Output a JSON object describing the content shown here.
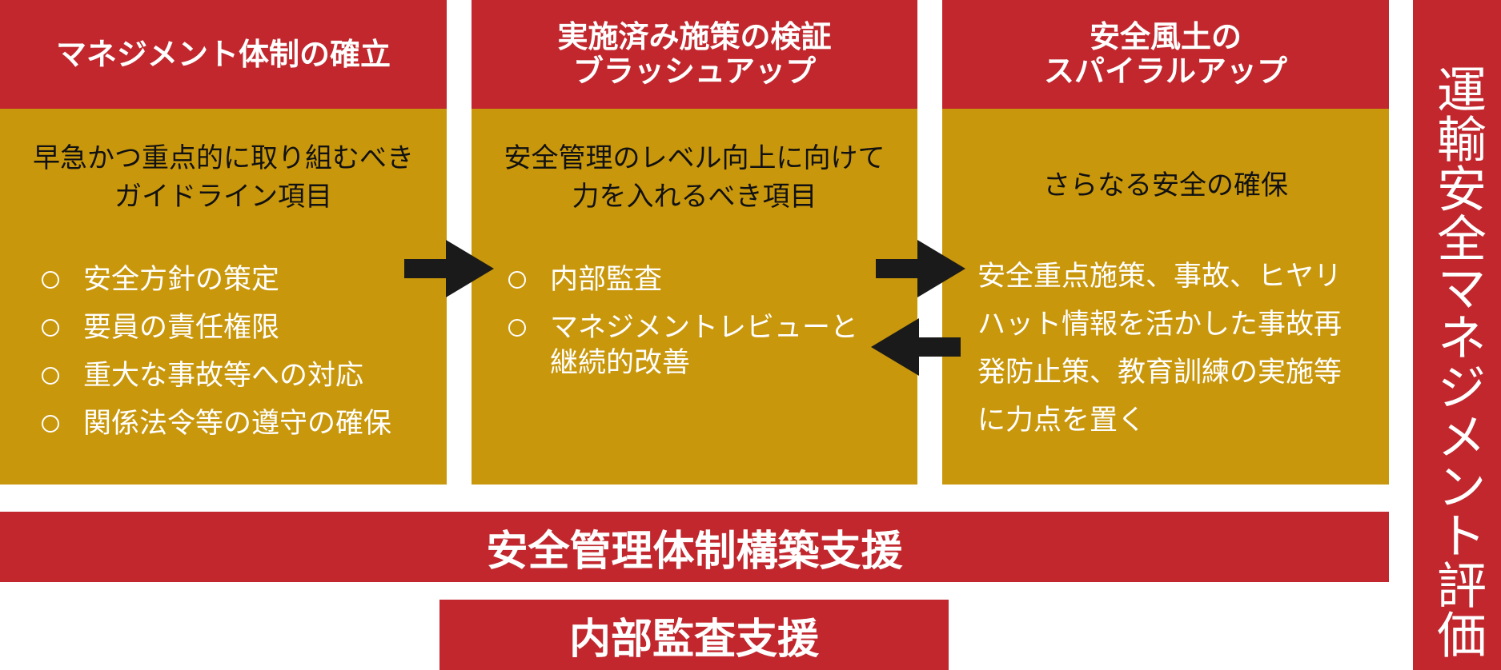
{
  "columns": [
    {
      "title_lines": [
        "マネジメント体制の確立"
      ],
      "subtitle_lines": [
        "早急かつ重点的に取り組むべき",
        "ガイドライン項目"
      ],
      "items": [
        "安全方針の策定",
        "要員の責任権限",
        "重大な事故等への対応",
        "関係法令等の遵守の確保"
      ]
    },
    {
      "title_lines": [
        "実施済み施策の検証",
        "ブラッシュアップ"
      ],
      "subtitle_lines": [
        "安全管理のレベル向上に向けて",
        "力を入れるべき項目"
      ],
      "items": [
        "内部監査",
        "マネジメントレビューと\n継続的改善"
      ]
    },
    {
      "title_lines": [
        "安全風土の",
        "スパイラルアップ"
      ],
      "subtitle_lines": [
        "さらなる安全の確保"
      ],
      "paragraph": "安全重点施策、事故、ヒヤリハット情報を活かした事故再発防止策、教育訓練の実施等に力点を置く"
    }
  ],
  "bands": {
    "support_main": "安全管理体制構築支援",
    "support_audit": "内部監査支援"
  },
  "side_label": "運輸安全マネジメント評価",
  "colors": {
    "red": "#c1272d",
    "gold": "#c9970c",
    "arrow": "#1a1a1a",
    "white": "#ffffff"
  }
}
